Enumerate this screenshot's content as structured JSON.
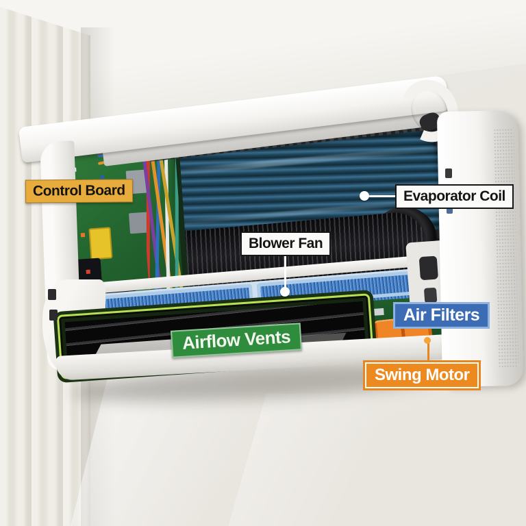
{
  "labels": {
    "control_board": {
      "text": "Control Board",
      "bg": "#E8AC3C",
      "fg": "#141414"
    },
    "evaporator_coil": {
      "text": "Evaporator Coil",
      "bg": "#FAFAF8",
      "fg": "#141414",
      "border": "#161616"
    },
    "blower_fan": {
      "text": "Blower Fan",
      "bg": "#FAFAF8",
      "fg": "#141414",
      "border": "#161616"
    },
    "air_filters": {
      "text": "Air Filters",
      "bg": "#3B6CB4",
      "fg": "#FFFFFF",
      "border": "#8FB3DE"
    },
    "airflow_vents": {
      "text": "Airflow Vents",
      "bg": "#2F8C3C",
      "fg": "#FFFFFF"
    },
    "swing_motor": {
      "text": "Swing Motor",
      "bg": "#EC8A20",
      "fg": "#FFFFFF",
      "border": "#FFFFFF"
    }
  },
  "component_colors": {
    "evaporator_coil_fins": "#2A5570",
    "blower_fan_drum": "#161616",
    "air_filter_mesh": "#4F86C8",
    "air_filter_frame": "#AECBE8",
    "vent_highlight_outline": "#B7E052",
    "swing_motor_part": "#EF8526",
    "control_board_pcb": "#2F7B3A",
    "unit_housing": "#F2F1ED",
    "wall": "#EAE7E1"
  }
}
